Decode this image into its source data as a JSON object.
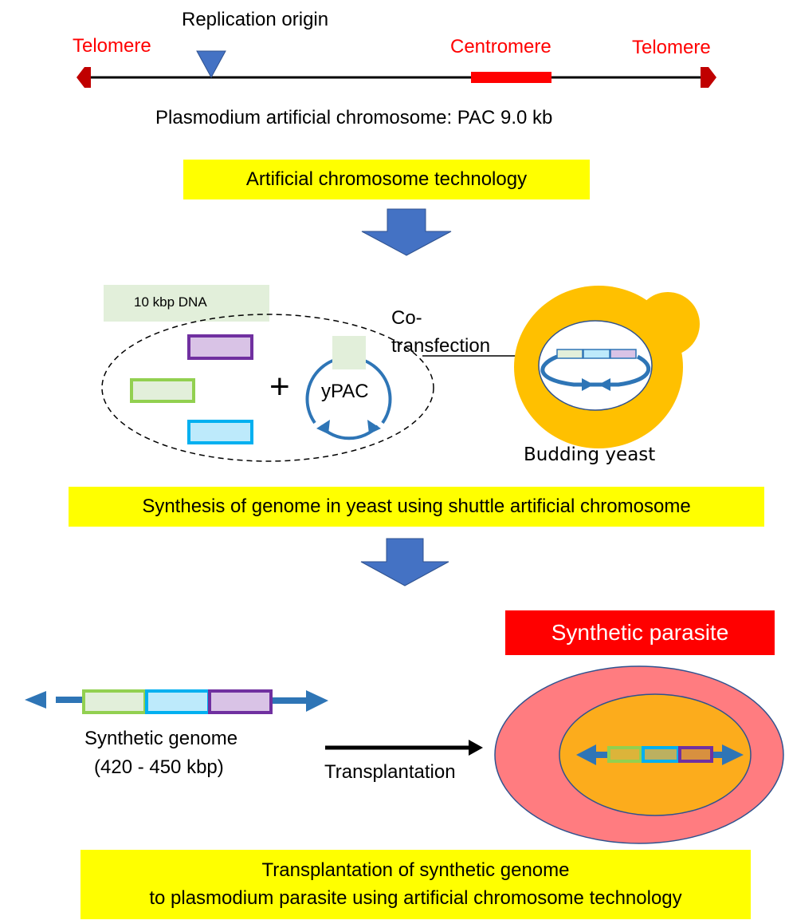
{
  "pac_map": {
    "replication_origin": "Replication origin",
    "telomere_left": "Telomere",
    "centromere": "Centromere",
    "telomere_right": "Telomere",
    "caption": "Plasmodium artificial chromosome: PAC 9.0 kb"
  },
  "steps": {
    "step1": "Artificial chromosome technology",
    "step2": "Synthesis of genome in yeast using shuttle artificial chromosome",
    "step3_line1": "Transplantation of synthetic genome",
    "step3_line2": "to plasmodium parasite using artificial chromosome technology"
  },
  "yeast_section": {
    "dna_label": "10 kbp DNA",
    "plus": "+",
    "vector_label": "yPAC",
    "cotransfection_line1": "Co-",
    "cotransfection_line2": "transfection",
    "yeast_label": "Budding yeast"
  },
  "parasite_section": {
    "badge": "Synthetic parasite",
    "genome_label": "Synthetic genome",
    "genome_size": "(420 - 450 kbp)",
    "transplant_label": "Transplantation"
  },
  "colors": {
    "red": "#ff0000",
    "yellow": "#ffff00",
    "blue_arrow": "#4472c4",
    "dna_blue": "#2e75b6",
    "green": "#92d050",
    "cyan": "#00b0f0",
    "purple": "#7030a0",
    "yeast_orange": "#ffc000",
    "parasite_pink": "#ff7c80",
    "parasite_orange": "#fcac1c"
  }
}
